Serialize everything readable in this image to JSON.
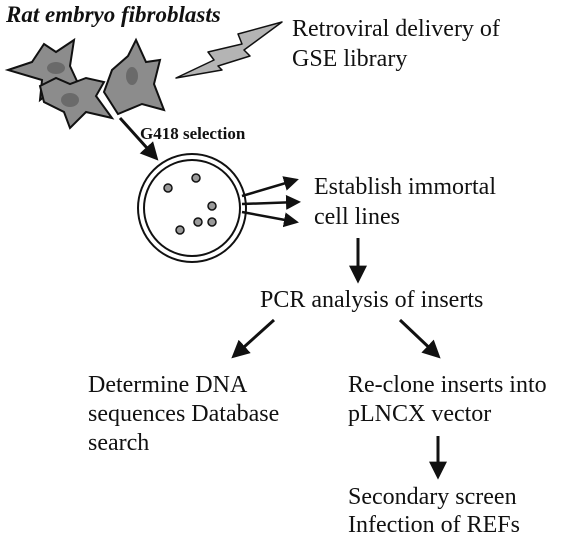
{
  "labels": {
    "cells": "Rat embryo fibroblasts",
    "retroviral_line1": "Retroviral delivery of",
    "retroviral_line2": "GSE library",
    "selection": "G418 selection",
    "establish_line1": "Establish immortal",
    "establish_line2": "cell lines",
    "pcr": "PCR analysis of inserts",
    "determine_line1": "Determine DNA",
    "determine_line2": "sequences Database",
    "determine_line3": "search",
    "reclone_line1": "Re-clone inserts into",
    "reclone_line2": "pLNCX vector",
    "secondary_line1": "Secondary screen",
    "secondary_line2": "Infection of REFs"
  },
  "colors": {
    "cell_fill": "#8c8c8c",
    "nucleus_fill": "#6a6a6a",
    "colony_fill": "#9a9a9a",
    "lightning_fill": "#b4b4b4",
    "stroke": "#111111"
  }
}
